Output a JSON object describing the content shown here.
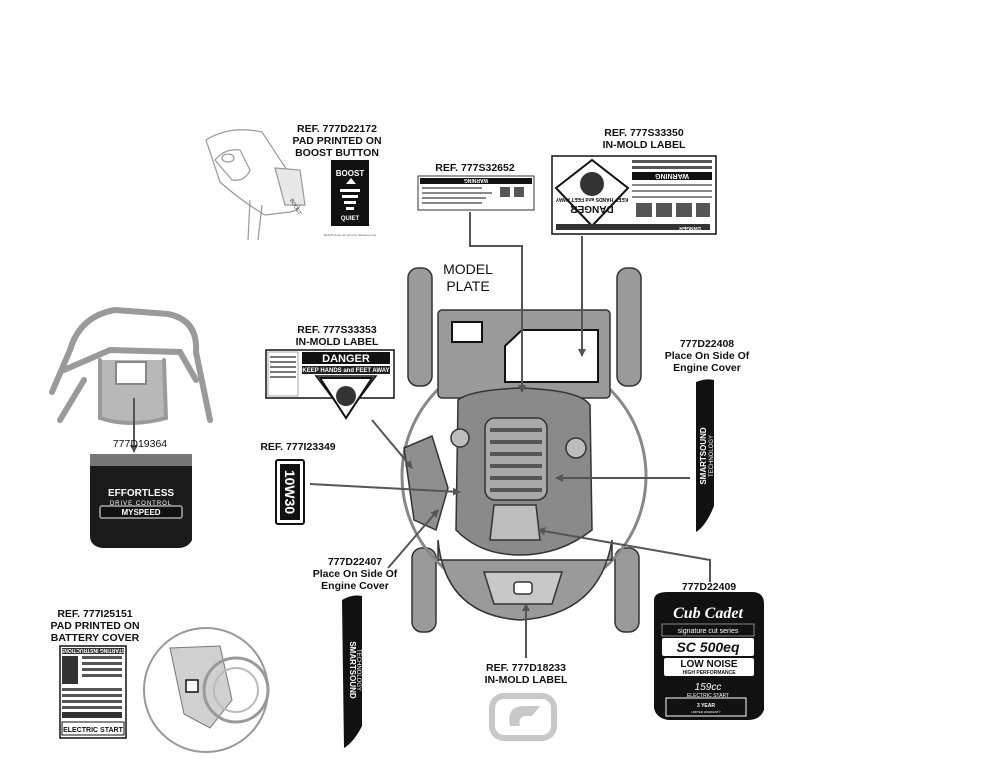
{
  "decals": {
    "boost_button": {
      "ref": "REF. 777D22172",
      "line2": "PAD PRINTED ON",
      "line3": "BOOST BUTTON",
      "label_top": "BOOST",
      "label_bottom": "QUIET",
      "boost_side_text": "BOOST",
      "footnote": "BLACK does not print for reference use"
    },
    "warning_label": {
      "ref": "REF. 777S32652",
      "header": "WARNING"
    },
    "danger_big": {
      "ref": "REF. 777S33350",
      "line2": "IN-MOLD LABEL",
      "warning": "WARNING",
      "danger": "DANGER",
      "keep": "KEEP HANDS and FEET AWAY",
      "danger_small": "DANGER"
    },
    "model_plate": {
      "line1": "MODEL",
      "line2": "PLATE"
    },
    "danger_small": {
      "ref": "REF. 777S33353",
      "line2": "IN-MOLD LABEL",
      "danger": "DANGER",
      "keep": "KEEP HANDS and FEET AWAY"
    },
    "handle": {
      "part": "777D19364",
      "line1": "EFFORTLESS",
      "line2": "DRIVE CONTROL",
      "line3": "MYSPEED"
    },
    "oil": {
      "ref": "REF. 777I23349",
      "text": "10W30"
    },
    "engine_right": {
      "part": "777D22408",
      "line2": "Place On Side Of",
      "line3": "Engine Cover",
      "brand": "SMARTSOUND",
      "sub": "TECHNOLOGY"
    },
    "engine_left": {
      "part": "777D22407",
      "line2": "Place On Side Of",
      "line3": "Engine Cover",
      "brand": "SMARTSOUND",
      "sub": "TECHNOLOGY"
    },
    "battery": {
      "ref": "REF. 777I25151",
      "line2": "PAD PRINTED ON",
      "line3": "BATTERY COVER",
      "title": "STARTING INSTRUCTIONS",
      "electric": "ELECTRIC START"
    },
    "logo": {
      "ref": "REF. 777D18233",
      "line2": "IN-MOLD LABEL"
    },
    "cubcadet": {
      "part": "777D22409",
      "brand": "Cub Cadet",
      "series": "signature cut series",
      "model": "SC 500eq",
      "noise": "LOW NOISE",
      "perf": "HIGH PERFORMANCE",
      "cc": "159cc",
      "start": "ELECTRIC START",
      "warranty": "3 YEAR",
      "limited": "LIMITED WARRANTY"
    }
  }
}
